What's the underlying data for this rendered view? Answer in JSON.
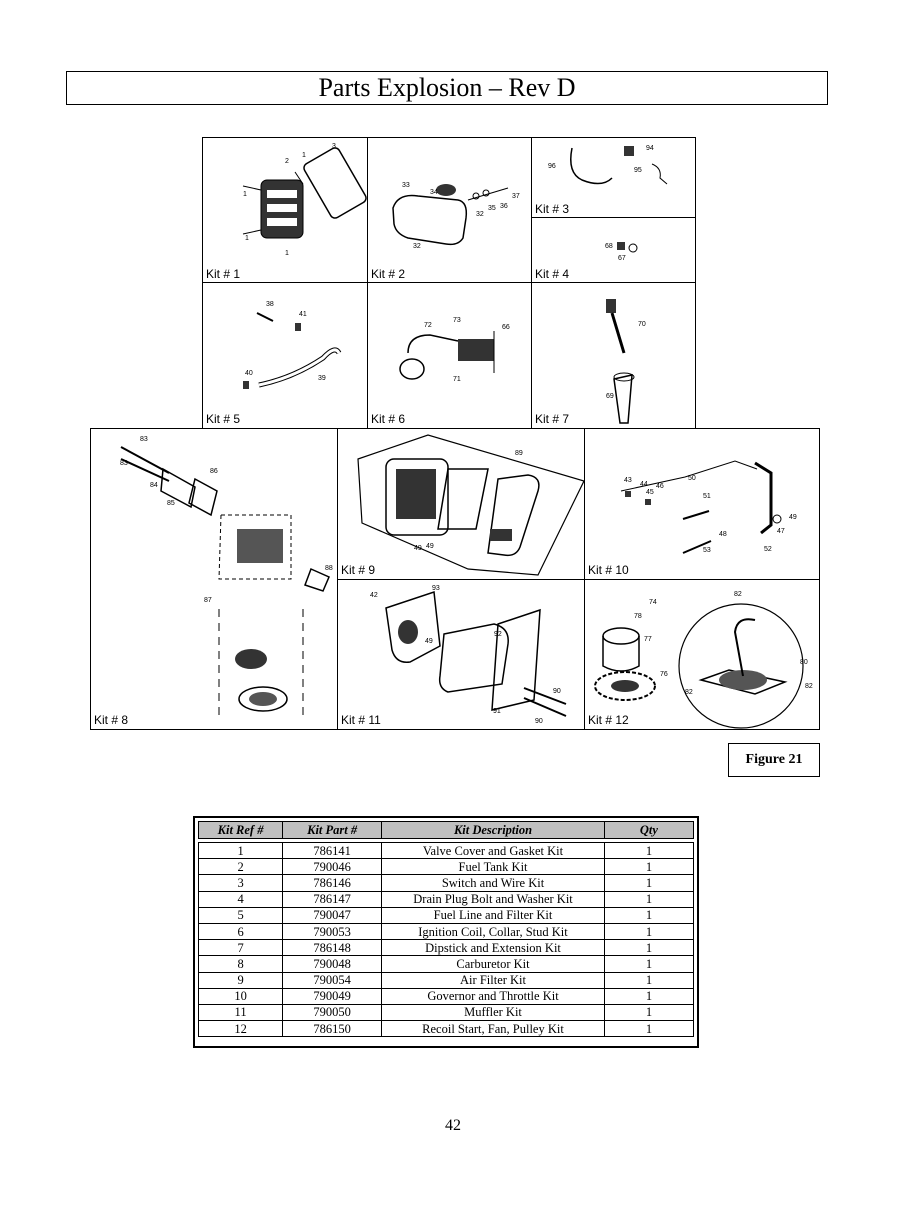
{
  "page": {
    "title": "Parts Explosion – Rev D",
    "figure_label": "Figure 21",
    "page_number": "42"
  },
  "kits": [
    {
      "label": "Kit # 1",
      "callouts": [
        "3",
        "2",
        "1",
        "1",
        "1",
        "1"
      ]
    },
    {
      "label": "Kit # 2",
      "callouts": [
        "33",
        "34",
        "35",
        "36",
        "37",
        "32",
        "32"
      ]
    },
    {
      "label": "Kit # 3",
      "callouts": [
        "94",
        "96",
        "95"
      ]
    },
    {
      "label": "Kit # 4",
      "callouts": [
        "68",
        "67"
      ]
    },
    {
      "label": "Kit # 5",
      "callouts": [
        "38",
        "41",
        "40",
        "39"
      ]
    },
    {
      "label": "Kit # 6",
      "callouts": [
        "72",
        "73",
        "66",
        "71"
      ]
    },
    {
      "label": "Kit # 7",
      "callouts": [
        "70",
        "69"
      ]
    },
    {
      "label": "Kit # 8",
      "callouts": [
        "83",
        "83",
        "84",
        "85",
        "86",
        "88",
        "87"
      ]
    },
    {
      "label": "Kit # 9",
      "callouts": [
        "89",
        "49",
        "49"
      ]
    },
    {
      "label": "Kit # 10",
      "callouts": [
        "43",
        "44",
        "45",
        "46",
        "50",
        "51",
        "49",
        "47",
        "48",
        "53",
        "52"
      ]
    },
    {
      "label": "Kit # 11",
      "callouts": [
        "42",
        "93",
        "49",
        "92",
        "90",
        "91",
        "90"
      ]
    },
    {
      "label": "Kit # 12",
      "callouts": [
        "74",
        "82",
        "78",
        "77",
        "76",
        "80",
        "82",
        "82"
      ]
    }
  ],
  "table": {
    "headers": [
      "Kit Ref #",
      "Kit Part #",
      "Kit Description",
      "Qty"
    ],
    "rows": [
      [
        "1",
        "786141",
        "Valve Cover and Gasket Kit",
        "1"
      ],
      [
        "2",
        "790046",
        "Fuel Tank Kit",
        "1"
      ],
      [
        "3",
        "786146",
        "Switch and Wire Kit",
        "1"
      ],
      [
        "4",
        "786147",
        "Drain Plug Bolt and Washer Kit",
        "1"
      ],
      [
        "5",
        "790047",
        "Fuel Line and Filter Kit",
        "1"
      ],
      [
        "6",
        "790053",
        "Ignition Coil, Collar, Stud Kit",
        "1"
      ],
      [
        "7",
        "786148",
        "Dipstick and Extension Kit",
        "1"
      ],
      [
        "8",
        "790048",
        "Carburetor Kit",
        "1"
      ],
      [
        "9",
        "790054",
        "Air Filter Kit",
        "1"
      ],
      [
        "10",
        "790049",
        "Governor and Throttle Kit",
        "1"
      ],
      [
        "11",
        "790050",
        "Muffler Kit",
        "1"
      ],
      [
        "12",
        "786150",
        "Recoil Start, Fan, Pulley Kit",
        "1"
      ]
    ]
  }
}
